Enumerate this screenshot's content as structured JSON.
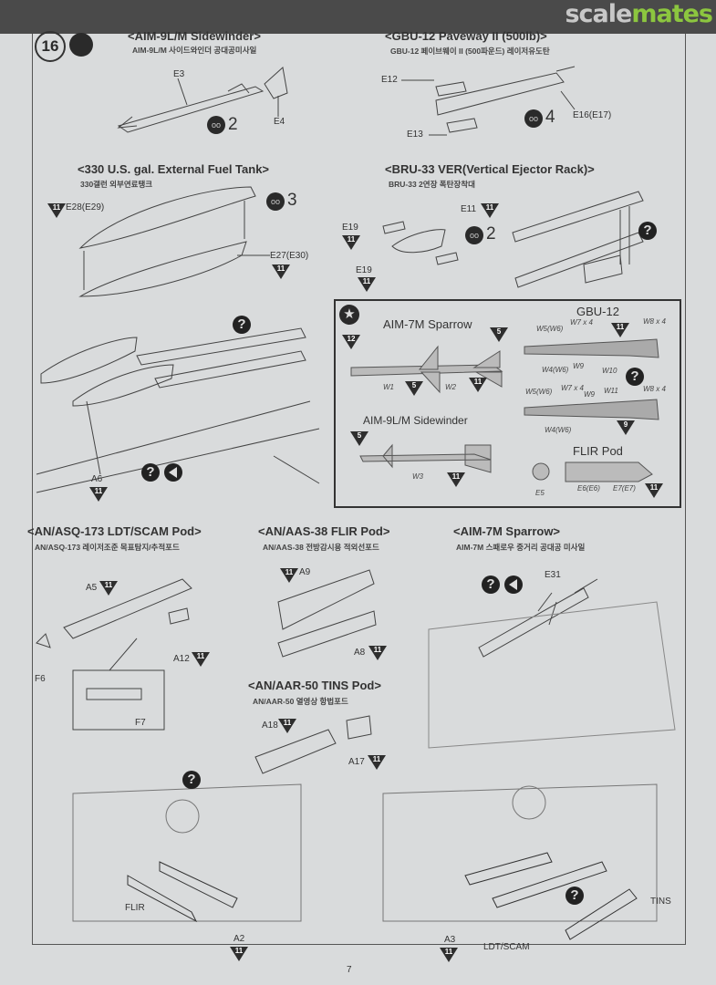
{
  "watermark": {
    "part1": "scale",
    "part2": "mates"
  },
  "step": {
    "number": "16",
    "icon": "glue-icon"
  },
  "sections": {
    "aim9": {
      "title": "<AIM-9L/M Sidewinder>",
      "subtitle": "AIM-9L/M 사이드와인더 공대공미사일",
      "parts": [
        "E3",
        "E4"
      ],
      "count": "2"
    },
    "gbu12": {
      "title": "<GBU-12 Paveway II (500lb)>",
      "subtitle": "GBU-12 페이브웨이 II (500파운드) 레이저유도탄",
      "parts": [
        "E12",
        "E13",
        "E16(E17)"
      ],
      "count": "4"
    },
    "tank": {
      "title": "<330 U.S. gal. External Fuel Tank>",
      "subtitle": "330갤런 외부연료탱크",
      "parts": [
        "E28(E29)",
        "E27(E30)"
      ],
      "count": "3"
    },
    "bru33": {
      "title": "<BRU-33 VER(Vertical Ejector Rack)>",
      "subtitle": "BRU-33 2연장 폭탄장착대",
      "parts": [
        "E19",
        "E19",
        "E11"
      ],
      "count": "2"
    },
    "ldt": {
      "title": "<AN/ASQ-173 LDT/SCAM Pod>",
      "subtitle": "AN/ASQ-173 레이저조준 목표탐지/추적포드",
      "parts": [
        "A5",
        "A12",
        "F6",
        "F7"
      ]
    },
    "flir": {
      "title": "<AN/AAS-38 FLIR Pod>",
      "subtitle": "AN/AAS-38 전방감시용 적외선포드",
      "parts": [
        "A9",
        "A8"
      ]
    },
    "aim7": {
      "title": "<AIM-7M Sparrow>",
      "subtitle": "AIM-7M 스패로우 중거리 공대공 미사일",
      "parts": [
        "E31"
      ]
    },
    "tins": {
      "title": "<AN/AAR-50 TINS Pod>",
      "subtitle": "AN/AAR-50 열영상 항법포드",
      "parts": [
        "A18",
        "A17"
      ]
    },
    "assembly": {
      "parts": [
        "A6"
      ]
    },
    "bottom": {
      "labels": [
        "FLIR",
        "A2",
        "A3",
        "LDT/SCAM",
        "TINS"
      ]
    }
  },
  "painting": {
    "aim7_title": "AIM-7M Sparrow",
    "aim7_decals": [
      "W1",
      "W2"
    ],
    "aim9_title": "AIM-9L/M Sidewinder",
    "aim9_decals": [
      "W3"
    ],
    "gbu_title": "GBU-12",
    "gbu_a_decals": [
      "W5(W6)",
      "W7 x 4",
      "W8 x 4",
      "W4(W6)",
      "W9",
      "W10"
    ],
    "gbu_b_decals": [
      "W5(W6)",
      "W7 x 4",
      "W9",
      "W11",
      "W8 x 4",
      "W4(W6)"
    ],
    "flir_title": "FLIR Pod",
    "flir_parts": [
      "E5",
      "E6(E6)",
      "E7(E7)"
    ]
  },
  "paint_codes": {
    "c11": "11",
    "c12": "12",
    "c5": "5",
    "c9": "9"
  },
  "icons": {
    "help": "?"
  },
  "page_number": "7"
}
